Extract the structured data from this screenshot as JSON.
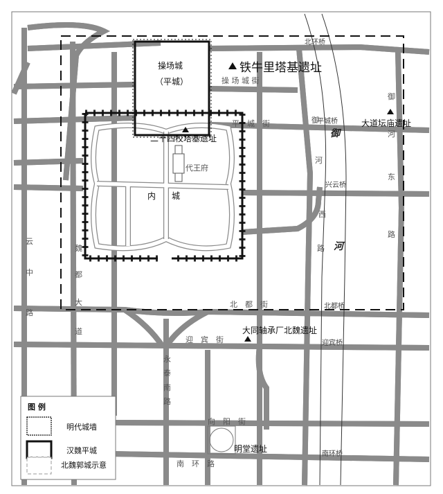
{
  "map": {
    "sites": {
      "tieniuli": "铁牛里塔基遗址",
      "dadaotan": "大道坛庙遗址",
      "ershisixiao": "二十四校塔基遗址",
      "zhoucheng": "大同轴承厂北魏遗址",
      "mingtang": "明堂遗址",
      "daiwangfu": "代王府"
    },
    "areas": {
      "caochangcheng": "操场城",
      "pingcheng": "（平城）",
      "neicheng_1": "内",
      "neicheng_2": "城"
    },
    "roads": {
      "caochangcheng_jie": "操 场 城 街",
      "pingcheng_jie": "平　城　街",
      "beidu_jie": "北　都　街",
      "yingbin_jie": "迎　宾　街",
      "xiangyang_jie": "向　阳　街",
      "nanhuan_lu": "南　环　路",
      "yunzhong_lu": [
        "云",
        "中",
        "路"
      ],
      "daweidu_dao": [
        "魏",
        "都",
        "大",
        "道"
      ],
      "yongtai_nanlu": [
        "永",
        "泰",
        "南",
        "路"
      ],
      "yuhe_xilu": [
        "御",
        "河",
        "西",
        "路"
      ],
      "yuhe_donglu": [
        "御",
        "河",
        "东",
        "路"
      ]
    },
    "river": [
      "御",
      "河"
    ],
    "bridges": {
      "beihuan": "北环桥",
      "pingcheng": "平城桥",
      "xingyun": "兴云桥",
      "beidu": "北都桥",
      "yingbin": "迎宾桥",
      "nanhuan": "南环桥"
    },
    "site_marker_icon": "triangle-icon"
  },
  "legend": {
    "title": "图 例",
    "items": [
      {
        "label": "明代城墙",
        "style": "ticked-wall"
      },
      {
        "label": "汉魏平城",
        "style": "thick-solid"
      },
      {
        "label": "北魏郭城示意",
        "style": "dashed"
      }
    ]
  }
}
